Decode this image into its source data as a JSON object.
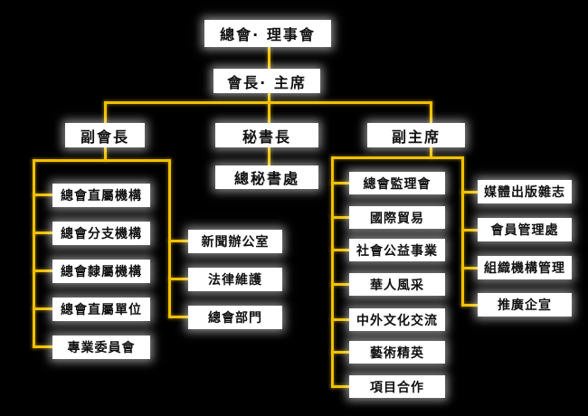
{
  "root": "總會· 理事會",
  "president": "會長· 主席",
  "branches": {
    "vice_president": "副會長",
    "secretary_general": "秘書長",
    "vice_chair": "副主席"
  },
  "secretariat": "總秘書處",
  "vp_column_a": [
    "總會直屬機構",
    "總會分支機構",
    "總會隸屬機構",
    "總會直屬單位",
    "專業委員會"
  ],
  "vp_column_b": [
    "新聞辦公室",
    "法律維護",
    "總會部門"
  ],
  "vc_column_a": [
    "總會監理會",
    "國際貿易",
    "社會公益事業",
    "華人風采",
    "中外文化交流",
    "藝術精英",
    "項目合作"
  ],
  "vc_column_b": [
    "媒體出版雜志",
    "會員管理處",
    "組織機構管理",
    "推廣企宣"
  ],
  "colors": {
    "line": "#f0c000",
    "box": "#ffffff",
    "background": "#000000"
  }
}
